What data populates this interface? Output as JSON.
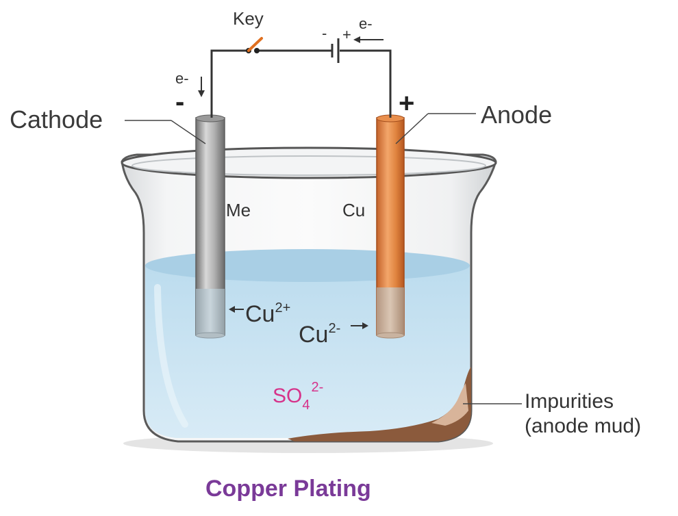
{
  "labels": {
    "key": "Key",
    "electron_top": "e-",
    "battery_minus": "-",
    "battery_plus": "+",
    "electron_left": "e-",
    "cathode_sign": "-",
    "anode_sign": "+",
    "cathode": "Cathode",
    "anode": "Anode",
    "cathode_metal": "Me",
    "anode_metal": "Cu",
    "ion_left_base": "Cu",
    "ion_left_charge": "2+",
    "ion_right_base": "Cu",
    "ion_right_charge": "2-",
    "sulfate_base": "SO",
    "sulfate_sub": "4",
    "sulfate_charge": "2-",
    "impurities": "Impurities",
    "anode_mud": "(anode mud)"
  },
  "title": "Copper Plating",
  "colors": {
    "title": "#7a3a98",
    "sulfate": "#d6338a",
    "copper": "#e0823a",
    "cathode_metal": "#a3a3a3",
    "solution": "#c8e2f1",
    "mud": "#8b5a3c",
    "wire": "#333333",
    "key_lever": "#e07020"
  }
}
